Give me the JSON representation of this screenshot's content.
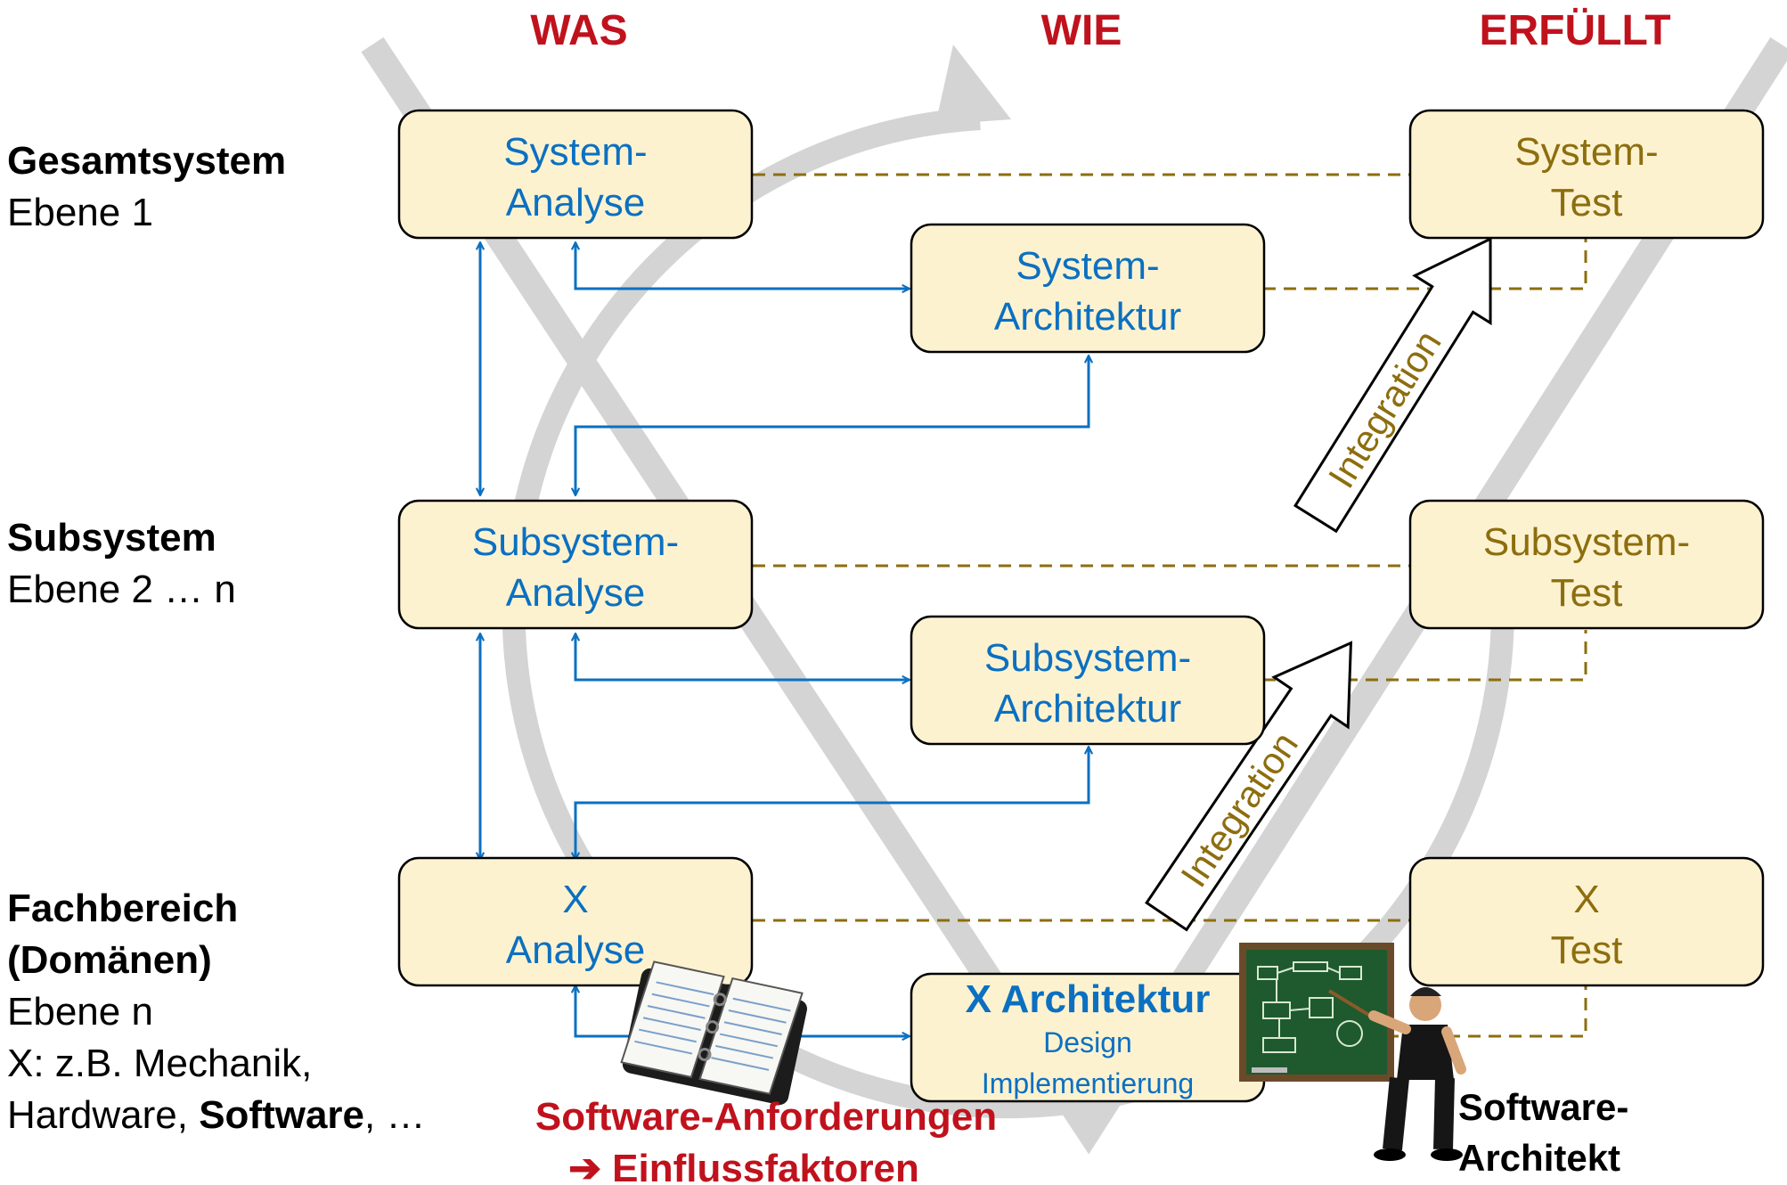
{
  "columns": {
    "was": "WAS",
    "wie": "WIE",
    "erfuellt": "ERFÜLLT"
  },
  "levels": {
    "gesamtsystem": {
      "title": "Gesamtsystem",
      "sub": "Ebene 1"
    },
    "subsystem": {
      "title": "Subsystem",
      "sub": "Ebene 2 … n"
    },
    "fachbereich": {
      "title_line1": "Fachbereich",
      "title_line2": "(Domänen)",
      "sub": "Ebene n",
      "example": "X: z.B. Mechanik,",
      "example2_pre": "Hardware, ",
      "example2_bold": "Software",
      "example2_post": ", …"
    }
  },
  "boxes": {
    "system_analyse": {
      "line1": "System-",
      "line2": "Analyse"
    },
    "system_architektur": {
      "line1": "System-",
      "line2": "Architektur"
    },
    "system_test": {
      "line1": "System-",
      "line2": "Test"
    },
    "subsystem_analyse": {
      "line1": "Subsystem-",
      "line2": "Analyse"
    },
    "subsystem_architektur": {
      "line1": "Subsystem-",
      "line2": "Architektur"
    },
    "subsystem_test": {
      "line1": "Subsystem-",
      "line2": "Test"
    },
    "x_analyse": {
      "line1": "X",
      "line2": "Analyse"
    },
    "x_architektur": {
      "title": "X Architektur",
      "line2": "Design",
      "line3": "Implementierung"
    },
    "x_test": {
      "line1": "X",
      "line2": "Test"
    }
  },
  "integration_label": "Integration",
  "requirements": {
    "line1": "Software-Anforderungen",
    "line2": "➔ Einflussfaktoren"
  },
  "architect": {
    "line1": "Software-",
    "line2": "Architekt"
  },
  "colors": {
    "column_heading": "#c0121d",
    "box_fill": "#fdf2d0",
    "analysis_text": "#0b70c1",
    "test_text": "#8d6e0e",
    "guide_gray": "#d4d4d4"
  }
}
